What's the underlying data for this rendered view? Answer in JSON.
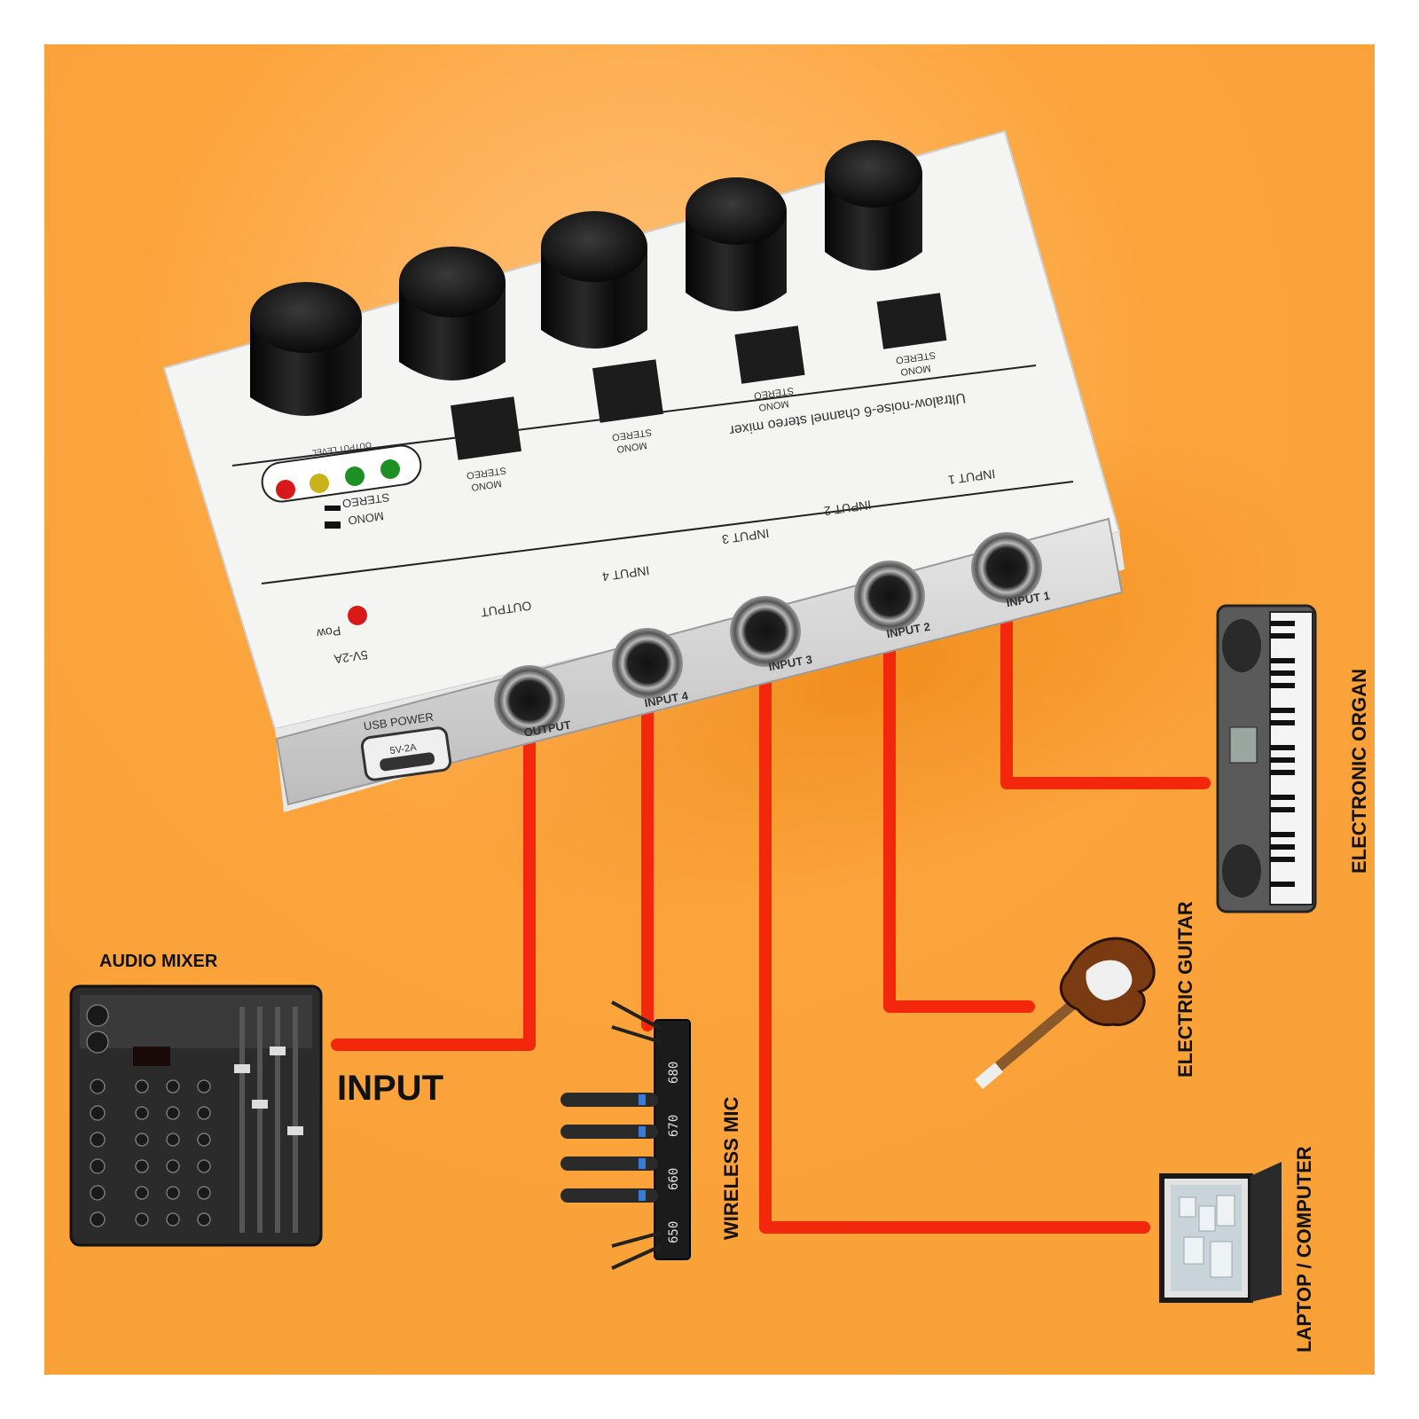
{
  "diagram": {
    "colors": {
      "background": "#FCA43C",
      "cable": "#F2270C",
      "mixer_body": "#F2F2F0",
      "knob": "#111111",
      "label_text": "#111111"
    },
    "mixer": {
      "top_label": "Ultralow-noise-6 channel stereo mixer",
      "output_level_label": "OUTPUT LEVEL",
      "switch_labels": {
        "mono": "MONO",
        "stereo": "STEREO"
      },
      "power_label": "Pow",
      "power_rating": "5V-2A",
      "usb_power_label": "USB POWER",
      "usb_port_label": "5V-2A",
      "top_input_labels": [
        "INPUT 1",
        "INPUT 2",
        "INPUT 3",
        "INPUT 4",
        "OUTPUT"
      ],
      "front_jack_labels": [
        "INPUT 1",
        "INPUT 2",
        "INPUT 3",
        "INPUT 4",
        "OUTPUT"
      ]
    },
    "devices": {
      "audio_mixer": "AUDIO MIXER",
      "input": "INPUT",
      "wireless_mic": "WIRELESS MIC",
      "electric_guitar": "ELECTRIC GUITAR",
      "electronic_organ": "ELECTRONIC ORGAN",
      "laptop": "LAPTOP / COMPUTER"
    },
    "mic_channels": [
      "650",
      "660",
      "670",
      "680"
    ]
  }
}
